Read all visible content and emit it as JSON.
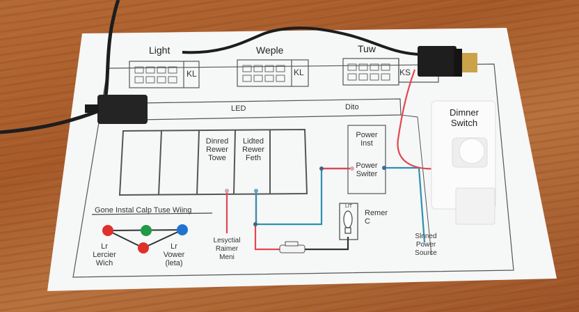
{
  "panels": [
    {
      "title": "Light",
      "tag": "KL"
    },
    {
      "title": "Weple",
      "tag": "KL"
    },
    {
      "title": "Tuw",
      "tag": "KS"
    }
  ],
  "bus_bar": {
    "left_label": "LED",
    "right_label": "Dito"
  },
  "modules": [
    {
      "label": ""
    },
    {
      "label": ""
    },
    {
      "label": "Dinred\nRewer\nTowe"
    },
    {
      "label": "Lidted\nRewer\nFeth"
    },
    {
      "label": ""
    }
  ],
  "power_box": {
    "top_label": "Power\nInst",
    "bottom_label": "Power\nSwiter"
  },
  "dimmer": {
    "label": "Dimner\nSwitch"
  },
  "legend": {
    "title": "Gone Instal Calp Tuse Wiing",
    "nodes": [
      {
        "color": "#e0302a"
      },
      {
        "color": "#1f9a45"
      },
      {
        "color": "#1e74d0"
      },
      {
        "color": "#e0302a"
      }
    ],
    "left_label": "Lr\nLercier\nWich",
    "right_label": "Lr\nVower\n(leta)"
  },
  "annotations": {
    "resistor_note": "Lesyctial\nRaimer\nMeni",
    "bulb_tag": "LIT",
    "bulb_label": "Remer\nC",
    "source_label": "Slnned\nPower\nSource"
  },
  "colors": {
    "wire_red": "#e2474f",
    "wire_blue": "#2e8fb5",
    "wire_dark": "#333333",
    "paper": "#f7f8f8",
    "line": "#555555"
  }
}
